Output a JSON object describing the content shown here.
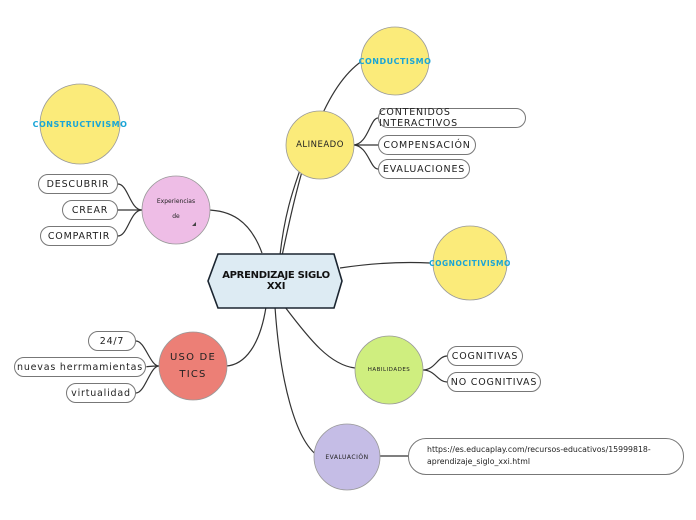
{
  "central": {
    "label": "APRENDIZAJE SIGLO XXI"
  },
  "nodes": {
    "conductismo": "CONDUCTISMO",
    "constructivismo": "CONSTRUCTIVISMO",
    "cognocitivismo": "COGNOCITIVISMO",
    "alineado": "ALINEADO",
    "experiencias_line1": "Experiencias",
    "experiencias_line2": "de",
    "uso_tics_line1": "USO DE",
    "uso_tics_line2": "TICS",
    "habilidades": "HABILIDADES",
    "evaluacion": "EVALUACIÓN"
  },
  "alineado_items": [
    "CONTENIDOS INTERACTIVOS",
    "COMPENSACIÓN",
    "EVALUACIONES"
  ],
  "experiencias_items": [
    "DESCUBRIR",
    "CREAR",
    "COMPARTIR"
  ],
  "tics_items": [
    "24/7",
    "nuevas herrmamientas",
    "virtualidad"
  ],
  "habilidades_items": [
    "COGNITIVAS",
    "NO COGNITIVAS"
  ],
  "evaluacion_link": {
    "line1": "https://es.educaplay.com/recursos-educativos/15999818-",
    "line2": "aprendizaje_siglo_xxi.html"
  },
  "colors": {
    "yellow": "#fbeb7a",
    "green": "#cfee7f",
    "pink": "#eebde6",
    "salmon": "#ec7f76",
    "purple": "#c5bde6",
    "central_fill": "#ddebf3",
    "accent_text": "#1aa5d6"
  }
}
